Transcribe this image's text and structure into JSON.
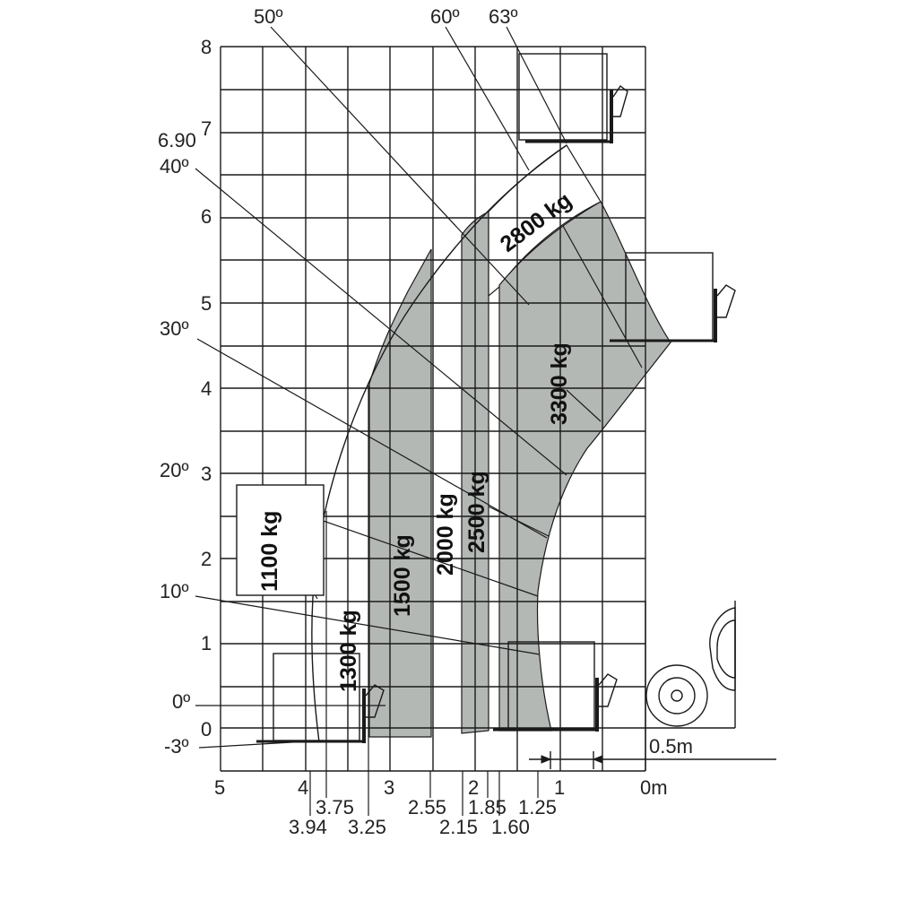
{
  "chart_data": {
    "type": "diagram",
    "title": "",
    "x_axis": {
      "unit_label": "0m",
      "major_ticks": [
        "5",
        "4",
        "3",
        "2",
        "1"
      ],
      "detail_ticks": [
        "3.94",
        "3.75",
        "3.25",
        "2.55",
        "2.15",
        "1.85",
        "1.60",
        "1.25"
      ]
    },
    "y_axis": {
      "major_ticks": [
        "8",
        "7",
        "6",
        "5",
        "4",
        "3",
        "2",
        "1",
        "0"
      ],
      "extra_ticks": [
        "6.90"
      ]
    },
    "angles": [
      "63º",
      "60º",
      "50º",
      "40º",
      "30º",
      "20º",
      "10º",
      "0º",
      "-3º"
    ],
    "load_zones": [
      {
        "label": "1100 kg",
        "outreach_m": [
          3.94,
          3.75
        ],
        "fill": "#ffffff"
      },
      {
        "label": "1300 kg",
        "outreach_m": [
          3.75,
          3.25
        ],
        "fill": "#ffffff"
      },
      {
        "label": "1500 kg",
        "outreach_m": [
          3.25,
          2.55
        ],
        "fill": "#b4b8b5"
      },
      {
        "label": "2000 kg",
        "outreach_m": [
          2.55,
          2.15
        ],
        "fill": "#ffffff"
      },
      {
        "label": "2500 kg",
        "outreach_m": [
          2.15,
          1.85
        ],
        "fill": "#b4b8b5"
      },
      {
        "label": "2800 kg",
        "outreach_m": [
          1.85,
          1.6
        ],
        "fill": "#ffffff"
      },
      {
        "label": "3300 kg",
        "outreach_m": [
          1.6,
          1.25
        ],
        "fill": "#b4b8b5"
      }
    ],
    "max_height_m": 6.9,
    "scale_bar_label": "0.5m",
    "colors": {
      "gray_zone": "#b4b8b5",
      "line": "#1a1a1a",
      "background": "#ffffff"
    }
  }
}
